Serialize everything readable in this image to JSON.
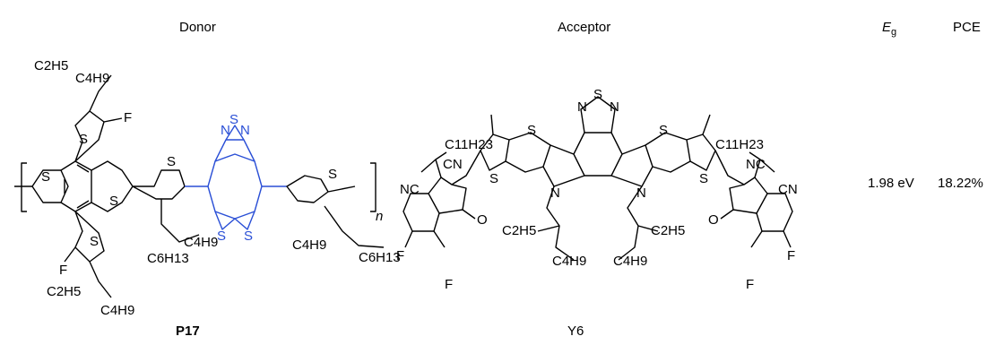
{
  "table": {
    "headers": {
      "donor": "Donor",
      "acceptor": "Acceptor",
      "eg_symbol": "E",
      "eg_subscript": "g",
      "pce": "PCE"
    },
    "row": {
      "donor_name": "P17",
      "acceptor_name": "Y6",
      "eg_value": "1.98 eV",
      "pce_value": "18.22%"
    }
  },
  "donor_labels": {
    "c2h5_top": "C2H5",
    "c4h9_top": "C4H9",
    "f_top": "F",
    "s_top_thiophene": "S",
    "s_bdt_left": "S",
    "s_bdt_right": "S",
    "s_link": "S",
    "c4h9_mid": "C4H9",
    "c6h13_mid": "C6H13",
    "n_left": "N",
    "s_thiadiazole": "S",
    "n_right": "N",
    "s_core_left": "S",
    "s_core_right": "S",
    "s_end": "S",
    "n_repeat": "n",
    "c4h9_end": "C4H9",
    "c6h13_end": "C6H13",
    "s_bottom_thiophene": "S",
    "f_bottom": "F",
    "c2h5_bottom": "C2H5",
    "c4h9_bottom": "C4H9"
  },
  "acceptor_labels": {
    "n_left": "N",
    "s_thiadiazole": "S",
    "n_right": "N",
    "c11h23_left": "C11H23",
    "c11h23_right": "C11H23",
    "s1": "S",
    "s2": "S",
    "s3": "S",
    "s4": "S",
    "n_pyrrole_left": "N",
    "n_pyrrole_right": "N",
    "cn_top_left": "CN",
    "nc_left": "NC",
    "nc_top_right": "NC",
    "cn_right": "CN",
    "o_left": "O",
    "o_right": "O",
    "c2h5_left": "C2H5",
    "c4h9_left": "C4H9",
    "c2h5_right": "C2H5",
    "c4h9_right": "C4H9",
    "f1": "F",
    "f2": "F",
    "f3": "F",
    "f4": "F"
  },
  "colors": {
    "highlight": "#2a4fd6",
    "text": "#000000"
  }
}
